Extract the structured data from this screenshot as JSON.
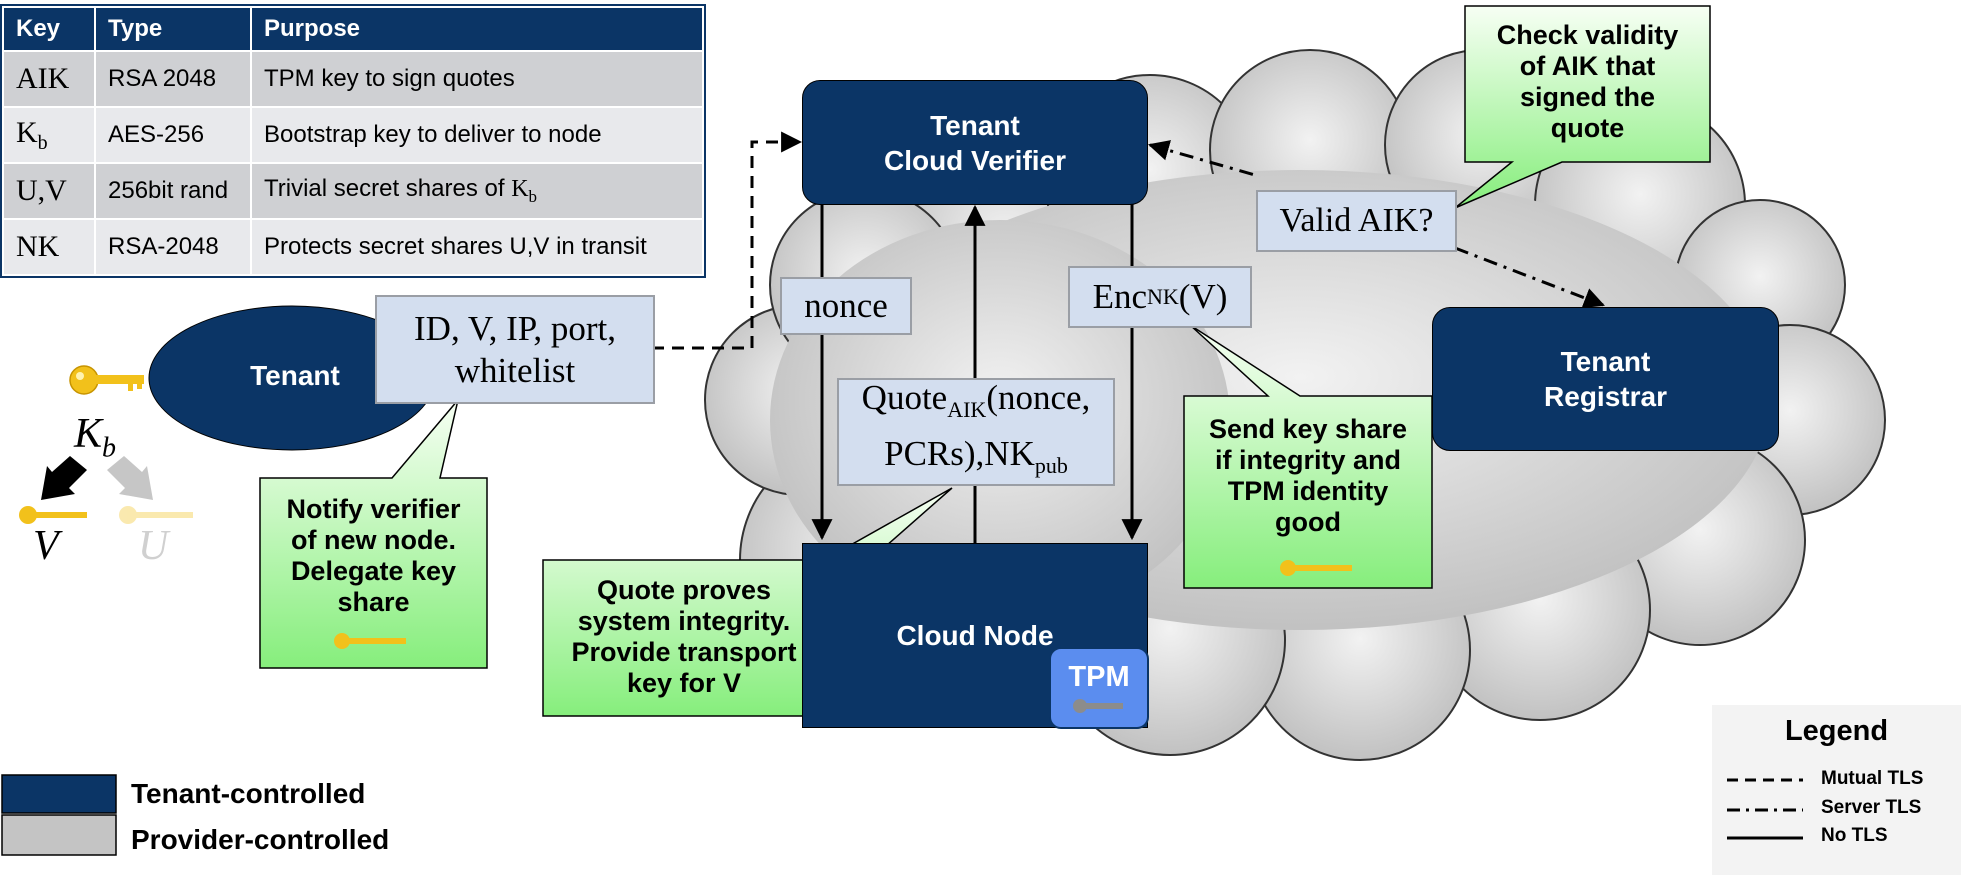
{
  "table": {
    "headers": [
      "Key",
      "Type",
      "Purpose"
    ],
    "rows": [
      {
        "key": "AIK",
        "type": "RSA 2048",
        "purpose": "TPM key to sign quotes"
      },
      {
        "key": "K",
        "key_sub": "b",
        "type": "AES-256",
        "purpose": "Bootstrap key to deliver to node"
      },
      {
        "key": "U,V",
        "type": "256bit rand",
        "purpose": "Trivial secret shares of ",
        "purpose_tail": "K",
        "purpose_tail_sub": "b"
      },
      {
        "key": "NK",
        "type": "RSA-2048",
        "purpose": "Protects secret shares U,V in transit"
      }
    ]
  },
  "nodes": {
    "tenant": "Tenant",
    "verifier": [
      "Tenant",
      "Cloud Verifier"
    ],
    "registrar": [
      "Tenant",
      "Registrar"
    ],
    "cloud_node": "Cloud Node",
    "tpm": "TPM"
  },
  "messages": {
    "id_msg": [
      "ID, V, IP, port,",
      "whitelist"
    ],
    "nonce": "nonce",
    "enc_main": "Enc",
    "enc_sub": "NK",
    "enc_tail": "(V)",
    "quote_main": "Quote",
    "quote_sub": "AIK",
    "quote_tail": "(nonce,",
    "quote_line2": "PCRs),NK",
    "quote_line2_sub": "pub",
    "valid_aik": "Valid AIK?"
  },
  "callouts": {
    "check_aik": [
      "Check validity",
      "of AIK that",
      "signed the",
      "quote"
    ],
    "notify": [
      "Notify verifier",
      "of new node.",
      "Delegate key",
      "share"
    ],
    "quote_proves": [
      "Quote proves",
      "system integrity.",
      "Provide transport",
      "key for V"
    ],
    "send_key": [
      "Send key share",
      "if integrity and",
      "TPM identity",
      "good"
    ]
  },
  "keys_left": {
    "kb": "K",
    "kb_sub": "b",
    "v": "V",
    "u": "U"
  },
  "ownership_legend": {
    "tenant": "Tenant-controlled",
    "provider": "Provider-controlled"
  },
  "legend": {
    "title": "Legend",
    "items": [
      "Mutual TLS",
      "Server TLS",
      "No TLS"
    ]
  },
  "colors": {
    "navy": "#0b3566",
    "cloud": "#cfcfcf",
    "message_box": "#d3deef",
    "callout_top": "#f4fdf0",
    "callout_bottom": "#86ee7c",
    "key_gold": "#f2c11b",
    "tpm_blue": "#5b8def",
    "lime": "#7ed321"
  }
}
